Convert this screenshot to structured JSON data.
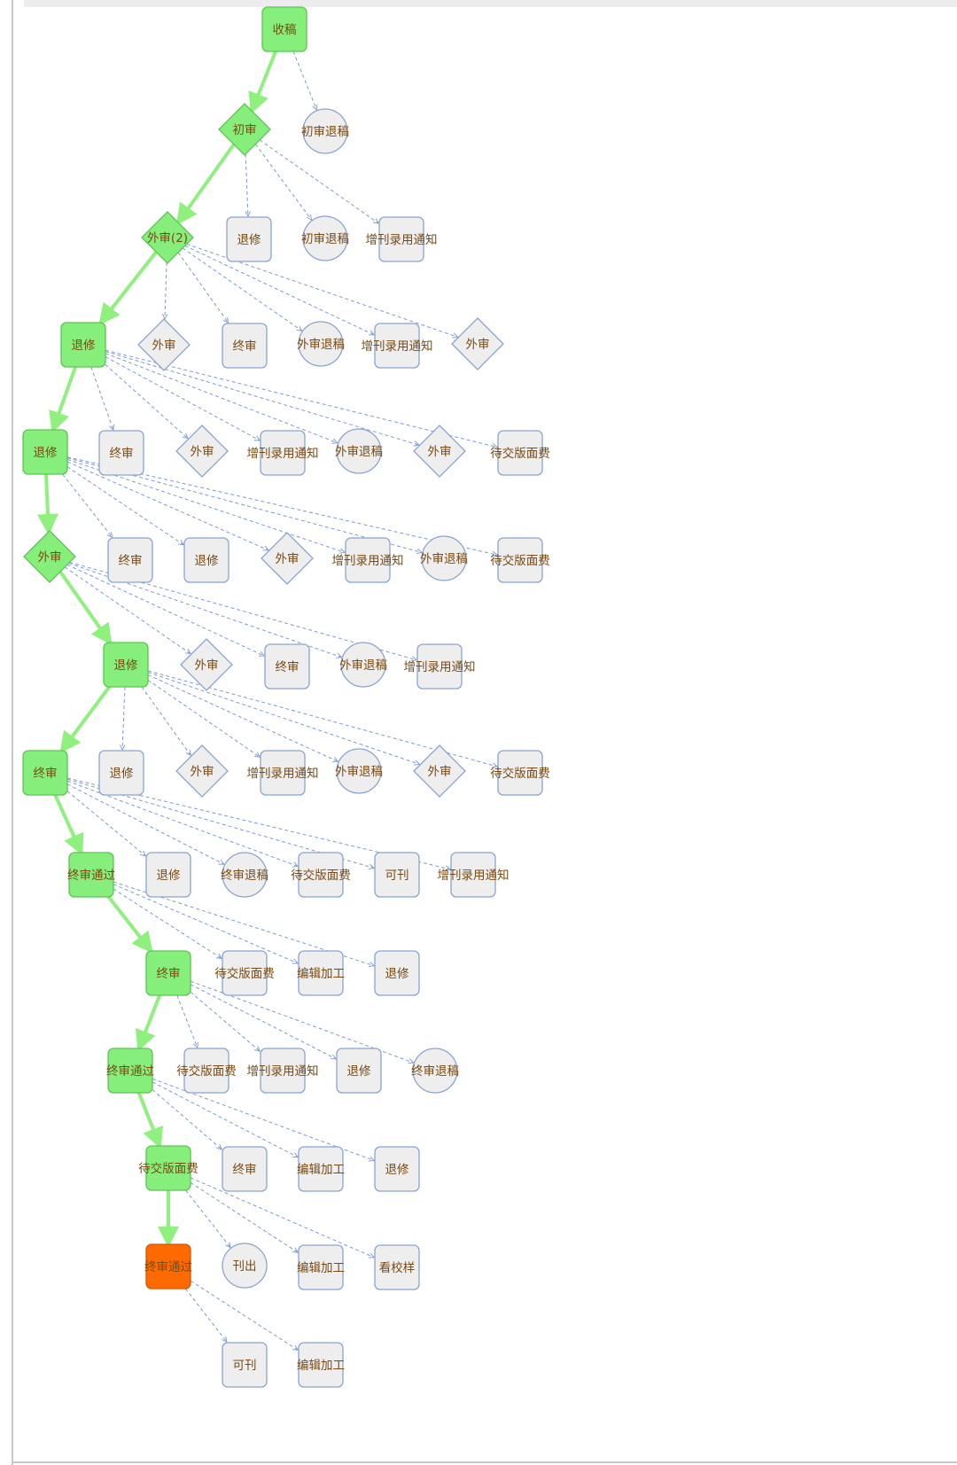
{
  "colors": {
    "main_fill": "#86ee7a",
    "main_stroke": "#5cc454",
    "current_fill": "#ff6a00",
    "current_stroke": "#d85400",
    "option_fill": "#eeeeee",
    "option_stroke": "#8aa4cf",
    "main_edge": "#8ff07e",
    "option_edge": "#7d9ad0",
    "label_text": "#7a4a12"
  },
  "nodes": [
    {
      "id": "m0",
      "label": "收稿",
      "shape": "rect",
      "kind": "main"
    },
    {
      "id": "m1",
      "label": "初审",
      "shape": "diamond",
      "kind": "main"
    },
    {
      "id": "m2",
      "label": "外审(2)",
      "shape": "diamond",
      "kind": "main"
    },
    {
      "id": "m3",
      "label": "退修",
      "shape": "rect",
      "kind": "main"
    },
    {
      "id": "m4",
      "label": "退修",
      "shape": "rect",
      "kind": "main"
    },
    {
      "id": "m5",
      "label": "外审",
      "shape": "diamond",
      "kind": "main"
    },
    {
      "id": "m6",
      "label": "退修",
      "shape": "rect",
      "kind": "main"
    },
    {
      "id": "m7",
      "label": "终审",
      "shape": "rect",
      "kind": "main"
    },
    {
      "id": "m8",
      "label": "终审通过",
      "shape": "rect",
      "kind": "main"
    },
    {
      "id": "m9",
      "label": "终审",
      "shape": "rect",
      "kind": "main"
    },
    {
      "id": "m10",
      "label": "终审通过",
      "shape": "rect",
      "kind": "main"
    },
    {
      "id": "m11",
      "label": "待交版面费",
      "shape": "rect",
      "kind": "main"
    },
    {
      "id": "m12",
      "label": "终审通过",
      "shape": "rect",
      "kind": "current"
    },
    {
      "id": "o0a",
      "label": "初审退稿",
      "shape": "circle",
      "kind": "option"
    },
    {
      "id": "o1a",
      "label": "退修",
      "shape": "rect",
      "kind": "option"
    },
    {
      "id": "o1b",
      "label": "初审退稿",
      "shape": "circle",
      "kind": "option"
    },
    {
      "id": "o1c",
      "label": "增刊录用通知",
      "shape": "rect",
      "kind": "option"
    },
    {
      "id": "o2a",
      "label": "外审",
      "shape": "diamond",
      "kind": "option"
    },
    {
      "id": "o2b",
      "label": "终审",
      "shape": "rect",
      "kind": "option"
    },
    {
      "id": "o2c",
      "label": "外审退稿",
      "shape": "circle",
      "kind": "option"
    },
    {
      "id": "o2d",
      "label": "增刊录用通知",
      "shape": "rect",
      "kind": "option"
    },
    {
      "id": "o2e",
      "label": "外审",
      "shape": "diamond",
      "kind": "option"
    },
    {
      "id": "o3a",
      "label": "终审",
      "shape": "rect",
      "kind": "option"
    },
    {
      "id": "o3b",
      "label": "外审",
      "shape": "diamond",
      "kind": "option"
    },
    {
      "id": "o3c",
      "label": "增刊录用通知",
      "shape": "rect",
      "kind": "option"
    },
    {
      "id": "o3d",
      "label": "外审退稿",
      "shape": "circle",
      "kind": "option"
    },
    {
      "id": "o3e",
      "label": "外审",
      "shape": "diamond",
      "kind": "option"
    },
    {
      "id": "o3f",
      "label": "待交版面费",
      "shape": "rect",
      "kind": "option"
    },
    {
      "id": "o4a",
      "label": "终审",
      "shape": "rect",
      "kind": "option"
    },
    {
      "id": "o4b",
      "label": "退修",
      "shape": "rect",
      "kind": "option"
    },
    {
      "id": "o4c",
      "label": "外审",
      "shape": "diamond",
      "kind": "option"
    },
    {
      "id": "o4d",
      "label": "增刊录用通知",
      "shape": "rect",
      "kind": "option"
    },
    {
      "id": "o4e",
      "label": "外审退稿",
      "shape": "circle",
      "kind": "option"
    },
    {
      "id": "o4f",
      "label": "待交版面费",
      "shape": "rect",
      "kind": "option"
    },
    {
      "id": "o5a",
      "label": "外审",
      "shape": "diamond",
      "kind": "option"
    },
    {
      "id": "o5b",
      "label": "终审",
      "shape": "rect",
      "kind": "option"
    },
    {
      "id": "o5c",
      "label": "外审退稿",
      "shape": "circle",
      "kind": "option"
    },
    {
      "id": "o5d",
      "label": "增刊录用通知",
      "shape": "rect",
      "kind": "option"
    },
    {
      "id": "o6a",
      "label": "退修",
      "shape": "rect",
      "kind": "option"
    },
    {
      "id": "o6b",
      "label": "外审",
      "shape": "diamond",
      "kind": "option"
    },
    {
      "id": "o6c",
      "label": "增刊录用通知",
      "shape": "rect",
      "kind": "option"
    },
    {
      "id": "o6d",
      "label": "外审退稿",
      "shape": "circle",
      "kind": "option"
    },
    {
      "id": "o6e",
      "label": "外审",
      "shape": "diamond",
      "kind": "option"
    },
    {
      "id": "o6f",
      "label": "待交版面费",
      "shape": "rect",
      "kind": "option"
    },
    {
      "id": "o7a",
      "label": "退修",
      "shape": "rect",
      "kind": "option"
    },
    {
      "id": "o7b",
      "label": "终审退稿",
      "shape": "circle",
      "kind": "option"
    },
    {
      "id": "o7c",
      "label": "待交版面费",
      "shape": "rect",
      "kind": "option"
    },
    {
      "id": "o7d",
      "label": "可刊",
      "shape": "rect",
      "kind": "option"
    },
    {
      "id": "o7e",
      "label": "增刊录用通知",
      "shape": "rect",
      "kind": "option"
    },
    {
      "id": "o8a",
      "label": "待交版面费",
      "shape": "rect",
      "kind": "option"
    },
    {
      "id": "o8b",
      "label": "编辑加工",
      "shape": "rect",
      "kind": "option"
    },
    {
      "id": "o8c",
      "label": "退修",
      "shape": "rect",
      "kind": "option"
    },
    {
      "id": "o9a",
      "label": "待交版面费",
      "shape": "rect",
      "kind": "option"
    },
    {
      "id": "o9b",
      "label": "增刊录用通知",
      "shape": "rect",
      "kind": "option"
    },
    {
      "id": "o9c",
      "label": "退修",
      "shape": "rect",
      "kind": "option"
    },
    {
      "id": "o9d",
      "label": "终审退稿",
      "shape": "circle",
      "kind": "option"
    },
    {
      "id": "o10a",
      "label": "终审",
      "shape": "rect",
      "kind": "option"
    },
    {
      "id": "o10b",
      "label": "编辑加工",
      "shape": "rect",
      "kind": "option"
    },
    {
      "id": "o10c",
      "label": "退修",
      "shape": "rect",
      "kind": "option"
    },
    {
      "id": "o11a",
      "label": "刊出",
      "shape": "circle",
      "kind": "option"
    },
    {
      "id": "o11b",
      "label": "编辑加工",
      "shape": "rect",
      "kind": "option"
    },
    {
      "id": "o11c",
      "label": "看校样",
      "shape": "rect",
      "kind": "option"
    },
    {
      "id": "o12a",
      "label": "可刊",
      "shape": "rect",
      "kind": "option"
    },
    {
      "id": "o12b",
      "label": "编辑加工",
      "shape": "rect",
      "kind": "option"
    }
  ],
  "edges": [
    {
      "from": "m0",
      "to": "m1",
      "type": "main"
    },
    {
      "from": "m1",
      "to": "m2",
      "type": "main"
    },
    {
      "from": "m2",
      "to": "m3",
      "type": "main"
    },
    {
      "from": "m3",
      "to": "m4",
      "type": "main"
    },
    {
      "from": "m4",
      "to": "m5",
      "type": "main"
    },
    {
      "from": "m5",
      "to": "m6",
      "type": "main"
    },
    {
      "from": "m6",
      "to": "m7",
      "type": "main"
    },
    {
      "from": "m7",
      "to": "m8",
      "type": "main"
    },
    {
      "from": "m8",
      "to": "m9",
      "type": "main"
    },
    {
      "from": "m9",
      "to": "m10",
      "type": "main"
    },
    {
      "from": "m10",
      "to": "m11",
      "type": "main"
    },
    {
      "from": "m11",
      "to": "m12",
      "type": "main"
    },
    {
      "from": "m0",
      "to": "o0a",
      "type": "option"
    },
    {
      "from": "m1",
      "to": "o1a",
      "type": "option"
    },
    {
      "from": "m1",
      "to": "o1b",
      "type": "option"
    },
    {
      "from": "m1",
      "to": "o1c",
      "type": "option"
    },
    {
      "from": "m2",
      "to": "o2a",
      "type": "option"
    },
    {
      "from": "m2",
      "to": "o2b",
      "type": "option"
    },
    {
      "from": "m2",
      "to": "o2c",
      "type": "option"
    },
    {
      "from": "m2",
      "to": "o2d",
      "type": "option"
    },
    {
      "from": "m2",
      "to": "o2e",
      "type": "option"
    },
    {
      "from": "m3",
      "to": "o3a",
      "type": "option"
    },
    {
      "from": "m3",
      "to": "o3b",
      "type": "option"
    },
    {
      "from": "m3",
      "to": "o3c",
      "type": "option"
    },
    {
      "from": "m3",
      "to": "o3d",
      "type": "option"
    },
    {
      "from": "m3",
      "to": "o3e",
      "type": "option"
    },
    {
      "from": "m3",
      "to": "o3f",
      "type": "option"
    },
    {
      "from": "m4",
      "to": "o4a",
      "type": "option"
    },
    {
      "from": "m4",
      "to": "o4b",
      "type": "option"
    },
    {
      "from": "m4",
      "to": "o4c",
      "type": "option"
    },
    {
      "from": "m4",
      "to": "o4d",
      "type": "option"
    },
    {
      "from": "m4",
      "to": "o4e",
      "type": "option"
    },
    {
      "from": "m4",
      "to": "o4f",
      "type": "option"
    },
    {
      "from": "m5",
      "to": "o5a",
      "type": "option"
    },
    {
      "from": "m5",
      "to": "o5b",
      "type": "option"
    },
    {
      "from": "m5",
      "to": "o5c",
      "type": "option"
    },
    {
      "from": "m5",
      "to": "o5d",
      "type": "option"
    },
    {
      "from": "m6",
      "to": "o6a",
      "type": "option"
    },
    {
      "from": "m6",
      "to": "o6b",
      "type": "option"
    },
    {
      "from": "m6",
      "to": "o6c",
      "type": "option"
    },
    {
      "from": "m6",
      "to": "o6d",
      "type": "option"
    },
    {
      "from": "m6",
      "to": "o6e",
      "type": "option"
    },
    {
      "from": "m6",
      "to": "o6f",
      "type": "option"
    },
    {
      "from": "m7",
      "to": "o7a",
      "type": "option"
    },
    {
      "from": "m7",
      "to": "o7b",
      "type": "option"
    },
    {
      "from": "m7",
      "to": "o7c",
      "type": "option"
    },
    {
      "from": "m7",
      "to": "o7d",
      "type": "option"
    },
    {
      "from": "m7",
      "to": "o7e",
      "type": "option"
    },
    {
      "from": "m8",
      "to": "o8a",
      "type": "option"
    },
    {
      "from": "m8",
      "to": "o8b",
      "type": "option"
    },
    {
      "from": "m8",
      "to": "o8c",
      "type": "option"
    },
    {
      "from": "m9",
      "to": "o9a",
      "type": "option"
    },
    {
      "from": "m9",
      "to": "o9b",
      "type": "option"
    },
    {
      "from": "m9",
      "to": "o9c",
      "type": "option"
    },
    {
      "from": "m9",
      "to": "o9d",
      "type": "option"
    },
    {
      "from": "m10",
      "to": "o10a",
      "type": "option"
    },
    {
      "from": "m10",
      "to": "o10b",
      "type": "option"
    },
    {
      "from": "m10",
      "to": "o10c",
      "type": "option"
    },
    {
      "from": "m11",
      "to": "o11a",
      "type": "option"
    },
    {
      "from": "m11",
      "to": "o11b",
      "type": "option"
    },
    {
      "from": "m11",
      "to": "o11c",
      "type": "option"
    },
    {
      "from": "m12",
      "to": "o12a",
      "type": "option"
    },
    {
      "from": "m12",
      "to": "o12b",
      "type": "option"
    }
  ]
}
